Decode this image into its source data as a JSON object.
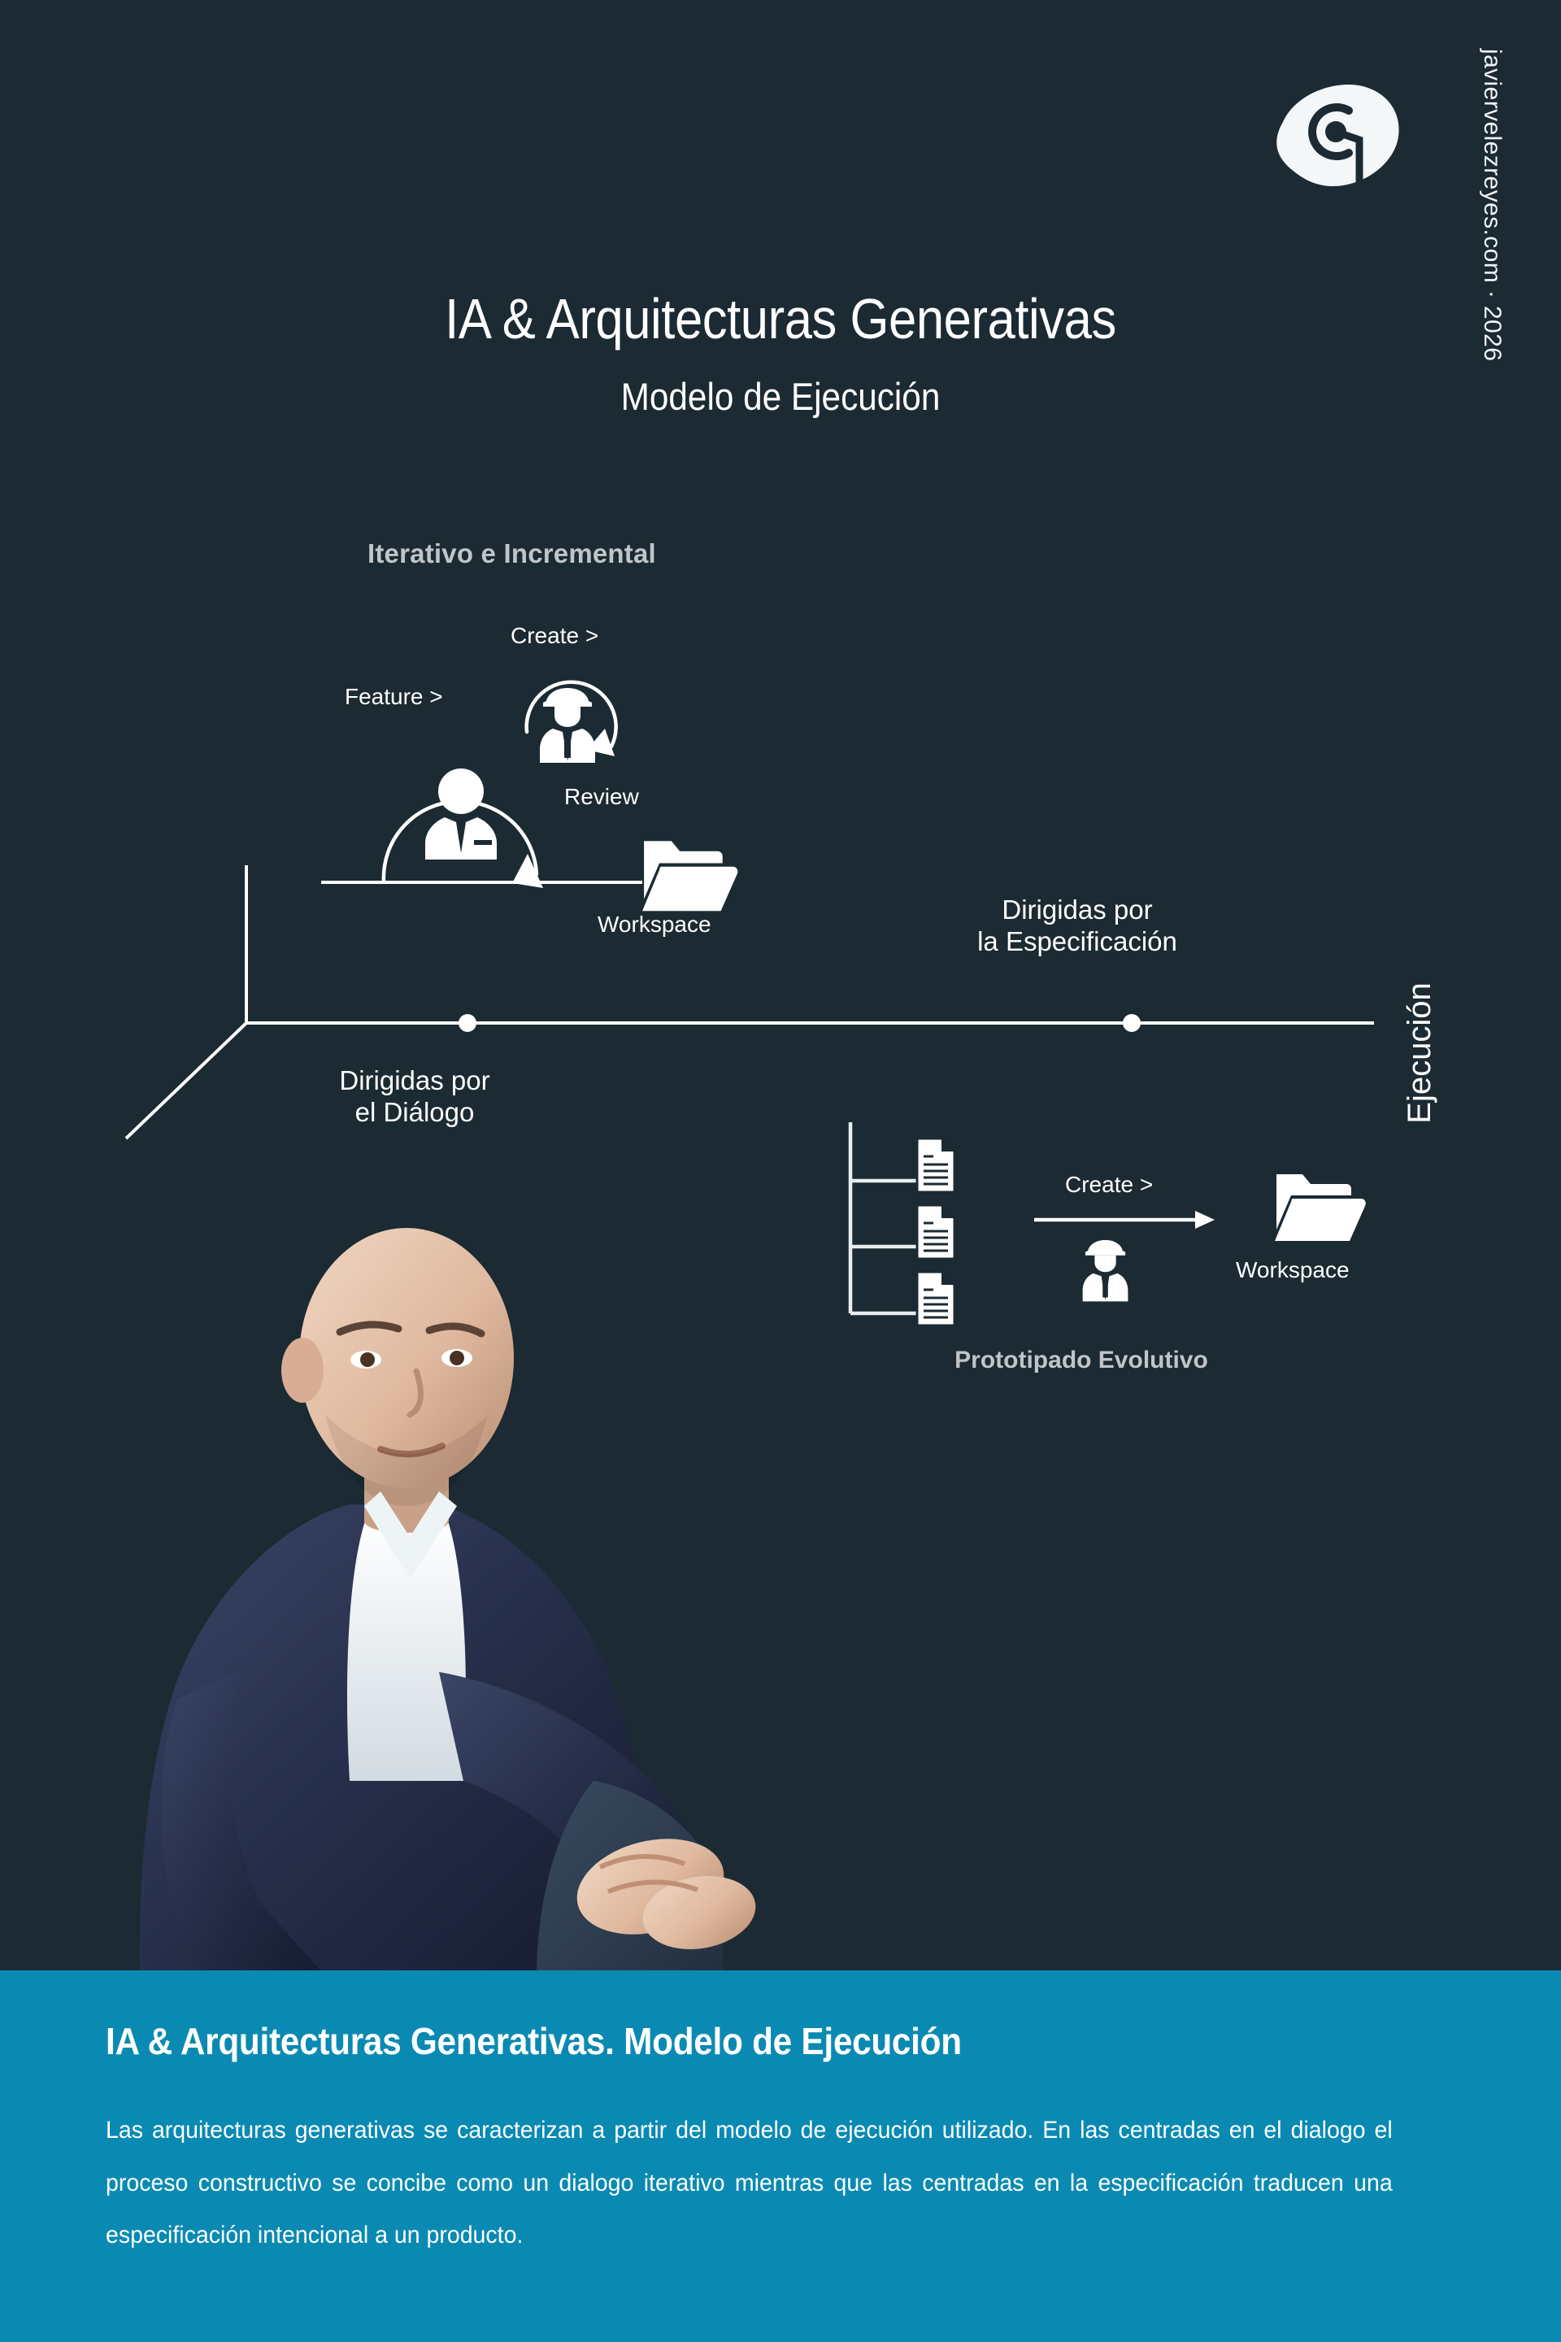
{
  "header": {
    "logo_icon": "brand-blob-c-logo",
    "credit": "javiervelezreyes.com · 2026"
  },
  "title": {
    "main": "IA & Arquitecturas Generativas",
    "subtitle": "Modelo de Ejecución"
  },
  "diagram": {
    "axis_label_vertical": "Ejecución",
    "top_block_title": "Iterativo e Incremental",
    "bottom_block_title": "Prototipado Evolutivo",
    "left_phase": "Dirigidas por\nel Diálogo",
    "right_phase": "Dirigidas por\nla Especificación",
    "labels": {
      "feature": "Feature >",
      "create_top": "Create >",
      "review": "Review",
      "workspace_top": "Workspace",
      "create_bottom": "Create >",
      "workspace_bottom": "Workspace"
    },
    "icons": {
      "agent": "spy-agent-icon",
      "user": "business-user-icon",
      "folder": "open-folder-icon",
      "document": "document-icon"
    },
    "timeline_markers": 2
  },
  "portrait": {
    "alt": "seated-man-navy-blazer-photo"
  },
  "banner": {
    "heading": "IA & Arquitecturas Generativas. Modelo de Ejecución",
    "paragraph": "Las arquitecturas generativas se caracterizan a partir del modelo de ejecución utilizado. En las centradas en el dialogo el proceso constructivo se concibe como un dialogo iterativo mientras que las centradas en la especificación traducen una especificación intencional a un producto."
  },
  "colors": {
    "background": "#1b2a33",
    "banner": "#0a8ab2",
    "ink": "#ffffff",
    "muted": "#bfc5c8"
  }
}
